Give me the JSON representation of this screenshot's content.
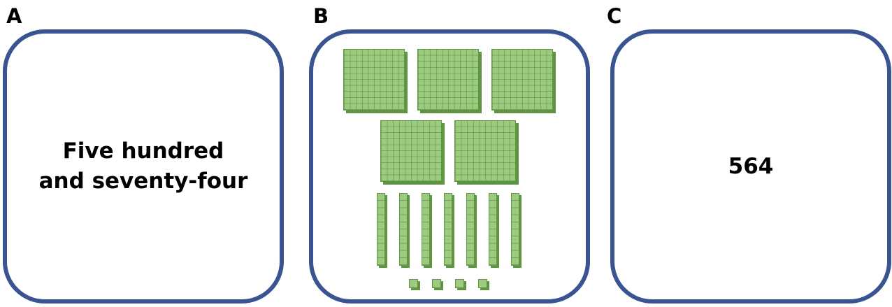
{
  "cards": [
    {
      "letter": "A",
      "lines": [
        "Five hundred",
        "and seventy-four"
      ]
    },
    {
      "letter": "B",
      "blocks": {
        "hundreds": 5,
        "tens": 7,
        "ones": 4
      }
    },
    {
      "letter": "C",
      "text": "564"
    }
  ],
  "colors": {
    "border": "#3a5492",
    "block": "#9ccb80"
  }
}
